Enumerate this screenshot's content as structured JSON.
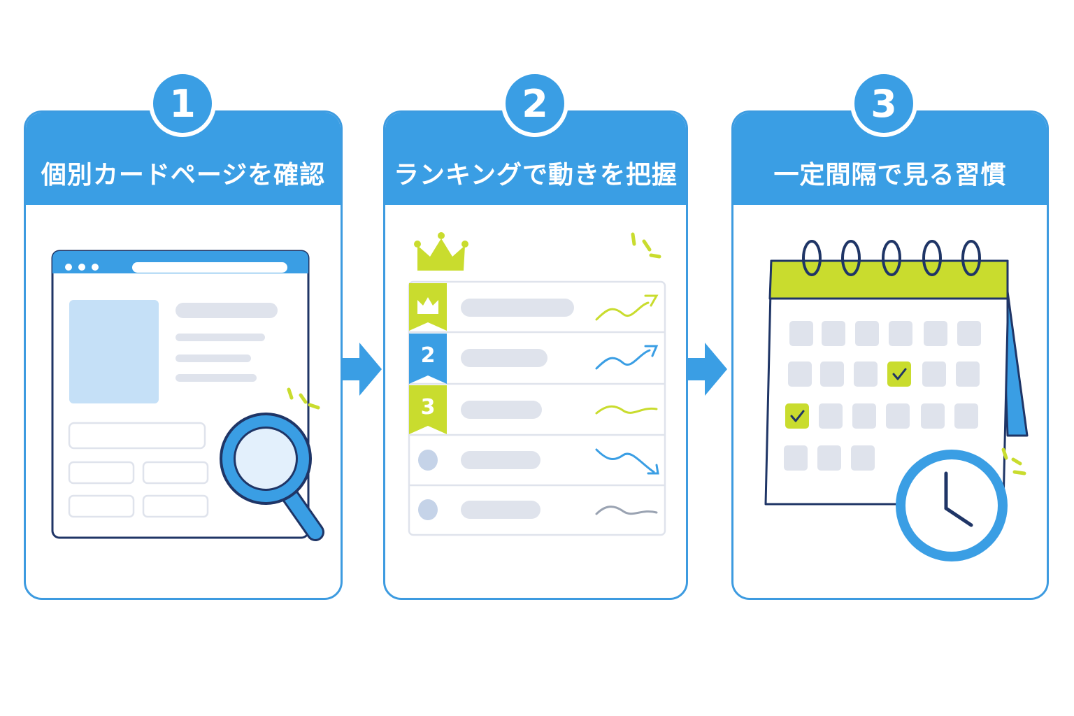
{
  "steps": [
    {
      "number": "1",
      "title": "個別カードページを確認"
    },
    {
      "number": "2",
      "title": "ランキングで動きを把握"
    },
    {
      "number": "3",
      "title": "一定間隔で見る習慣"
    }
  ],
  "ranking": {
    "rank_2": "2",
    "rank_3": "3"
  },
  "colors": {
    "primary_blue": "#3a9ee4",
    "dark_navy": "#1f3566",
    "lime": "#c9dc2e",
    "light_gray": "#dfe3ec",
    "light_blue": "#c5e0f7"
  }
}
